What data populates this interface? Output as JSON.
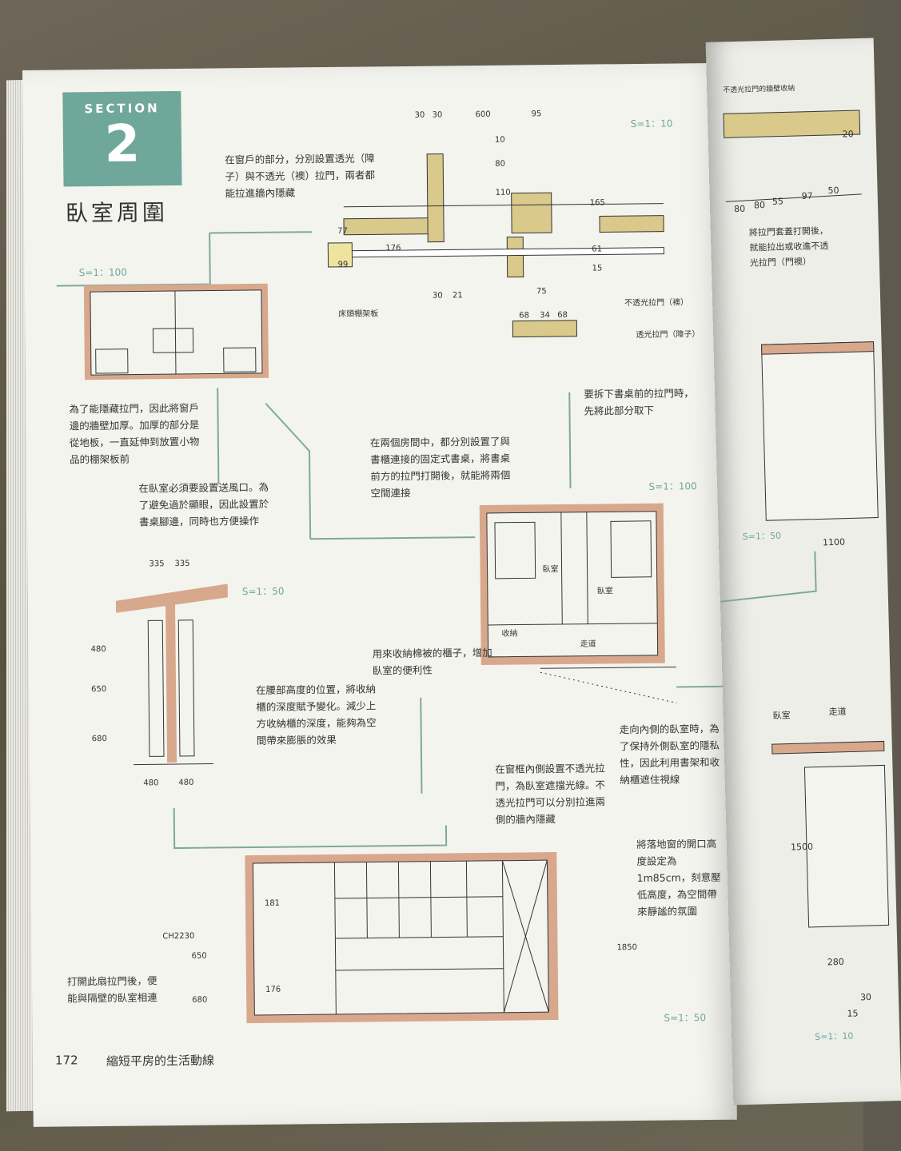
{
  "section": {
    "label": "SECTION",
    "number": "2"
  },
  "title": "臥室周圍",
  "notes": {
    "window_doors": "在窗戶的部分，分別設置透光（障子）與不透光（襖）拉門，兩者都能拉進牆內隱藏",
    "wall_thick": "為了能隱藏拉門，因此將窗戶邊的牆壁加厚。加厚的部分是從地板，一直延伸到放置小物品的棚架板前",
    "vent": "在臥室必須要設置送風口。為了避免過於顯眼，因此設置於書桌腳邊，同時也方便操作",
    "remove_desk": "要拆下書桌前的拉門時，先將此部分取下",
    "desk_connect": "在兩個房間中，都分別設置了與書櫃連接的固定式書桌，將書桌前方的拉門打開後，就能將兩個空間連接",
    "closet": "用來收納棉被的櫃子，增加臥室的便利性",
    "waist": "在腰部高度的位置，將收納櫃的深度賦予變化。減少上方收納櫃的深度，能夠為空間帶來膨脹的效果",
    "inner_room": "走向內側的臥室時，為了保持外側臥室的隱私性，因此利用書架和收納櫃遮住視線",
    "opaque_door": "在窗框內側設置不透光拉門，為臥室遮擋光線。不透光拉門可以分別拉進兩側的牆內隱藏",
    "window_height": "將落地窗的開口高度設定為1m85cm，刻意壓低高度，為空間帶來靜謐的氛圍",
    "open_door": "打開此扇拉門後，便能與隔壁的臥室相連"
  },
  "labels": {
    "shelf_board": "床頭棚架板",
    "opaque_door_lbl": "不透光拉門（襖）",
    "trans_door_lbl": "透光拉門（障子）",
    "bedroom": "臥室",
    "corridor": "走道",
    "storage": "收納"
  },
  "scales": {
    "s10": "S=1：10",
    "s100": "S=1：100",
    "s50": "S=1：50"
  },
  "dims": {
    "d30a": "30",
    "d30b": "30",
    "d600": "600",
    "d95": "95",
    "d10": "10",
    "d80": "80",
    "d110": "110",
    "d165": "165",
    "d77": "77",
    "d99": "99",
    "d176": "176",
    "d15": "15",
    "d61": "61",
    "d30c": "30",
    "d21": "21",
    "d75": "75",
    "d68a": "68",
    "d34": "34",
    "d68b": "68",
    "d335a": "335",
    "d335b": "335",
    "d480v": "480",
    "d650v": "650",
    "d680v": "680",
    "d480a": "480",
    "d480b": "480",
    "d181": "181",
    "dch": "CH2230",
    "d650b": "650",
    "d680b": "680",
    "d176b": "176",
    "d1850": "1850"
  },
  "footer": {
    "page_number": "172",
    "chapter": "縮短平房的生活動線"
  },
  "right_page": {
    "header": "不透光拉門的牆壁收納",
    "note": "將拉門套蓋打開後，就能拉出或收進不透光拉門（門襖）",
    "dims": [
      "80",
      "80",
      "55",
      "97",
      "50",
      "20",
      "1100",
      "1500",
      "280",
      "15",
      "30"
    ],
    "scale_a": "S=1：50",
    "scale_b": "S=1：10",
    "bedroom": "臥室",
    "corridor": "走道"
  }
}
